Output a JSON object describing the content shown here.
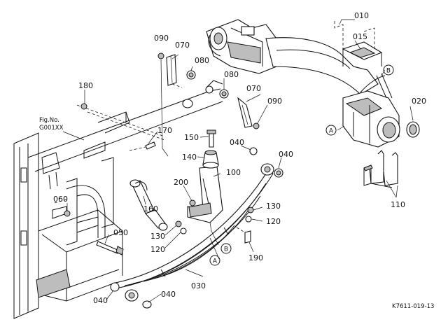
{
  "labels": {
    "p010": "010",
    "p015": "015",
    "p020": "020",
    "p030": "030",
    "p040a": "040",
    "p040b": "040",
    "p040c": "040",
    "p040d": "040",
    "p050": "050",
    "p060": "060",
    "p070a": "070",
    "p070b": "070",
    "p080a": "080",
    "p080b": "080",
    "p090a": "090",
    "p090b": "090",
    "p100": "100",
    "p110": "110",
    "p120a": "120",
    "p120b": "120",
    "p130a": "130",
    "p130b": "130",
    "p140": "140",
    "p150": "150",
    "p160": "160",
    "p170": "170",
    "p180": "180",
    "p190": "190",
    "p200": "200"
  },
  "callouts": {
    "a1": "A",
    "a2": "A",
    "b1": "B",
    "b2": "B"
  },
  "fig_ref": {
    "line1": "Fig.No.",
    "line2": "G001XX"
  },
  "drawing_code": "K7611-019-13"
}
